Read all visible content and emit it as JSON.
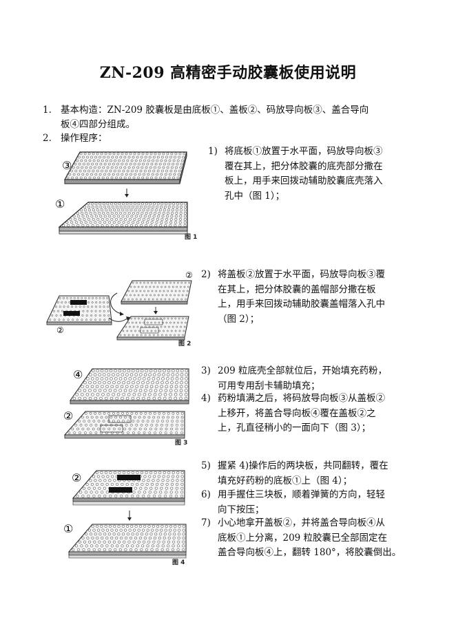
{
  "title": "ZN-209 高精密手动胶囊板使用说明",
  "intro": [
    {
      "num": "1.",
      "lines": [
        "基本构造：ZN-209 胶囊板是由底板①、盖板②、码放导向板③、盖合导向",
        "板④四部分组成。"
      ]
    },
    {
      "num": "2.",
      "lines": [
        "操作程序："
      ]
    }
  ],
  "steps": [
    {
      "num": "1)",
      "lines": [
        "将底板①放置于水平面，码放导向板③",
        "覆在其上，把分体胶囊的底壳部分撒在",
        "板上，用手来回拨动辅助胶囊底壳落入",
        "孔中（图 1）；"
      ]
    },
    {
      "num": "2)",
      "lines": [
        "将盖板②放置于水平面，码放导向板③覆",
        "在其上，把分体胶囊的盖帽部分撒在板",
        "上，用手来回拨动辅助胶囊盖帽落入孔中",
        "（图 2）；"
      ]
    },
    {
      "num": "3)",
      "lines": [
        "209  粒底壳全部就位后，开始填充药粉，",
        "可用专用刮卡辅助填充；"
      ]
    },
    {
      "num": "4)",
      "lines": [
        "药粉填满之后，将码放导向板③从盖板②",
        "上移开，将盖合导向板④覆在盖板②之",
        "上，孔直径稍小的一面向下（图 3）；"
      ]
    },
    {
      "num": "5)",
      "lines": [
        "握紧 4)操作后的两块板，共同翻转，覆在",
        "填充好药粉的底板①上（图 4）；"
      ]
    },
    {
      "num": "6)",
      "lines": [
        "用手握住三块板，顺着弹簧的方向，轻轻",
        "向下按压；"
      ]
    },
    {
      "num": "7)",
      "lines": [
        "小心地拿开盖板②，并将盖合导向板④从",
        "底板①上分离，209  粒胶囊已全部固定在",
        "盖合导向板④上，翻转 180°，将胶囊倒出。"
      ]
    }
  ],
  "figures": [
    {
      "caption": "图 1",
      "labels": [
        "③",
        "①"
      ]
    },
    {
      "caption": "图 2",
      "labels": [
        "②",
        "②"
      ]
    },
    {
      "caption": "图 3",
      "labels": [
        "④",
        "②"
      ]
    },
    {
      "caption": "图 4",
      "labels": [
        "②",
        "①"
      ]
    }
  ]
}
